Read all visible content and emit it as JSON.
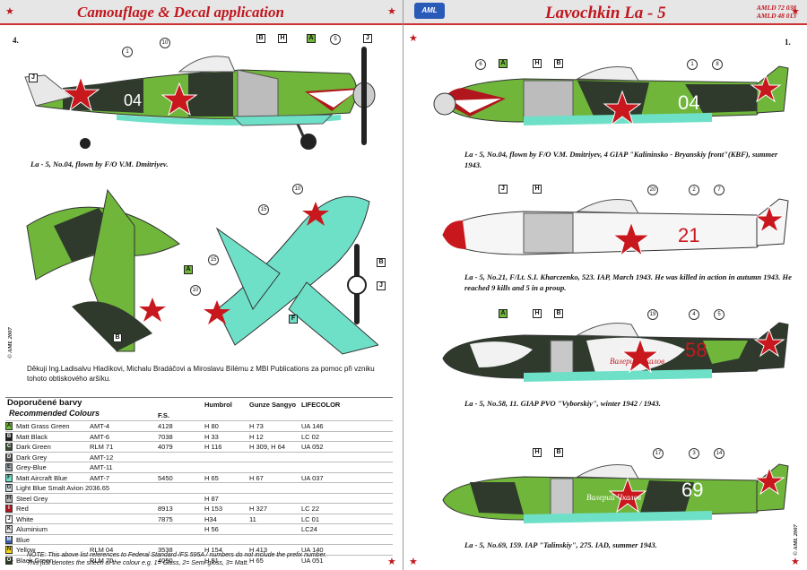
{
  "left_page": {
    "title": "Camouflage & Decal application",
    "page_number": "4.",
    "profile_caption": "La - 5, No.04, flown by F/O V.M. Dmitriyev.",
    "acknowledgement": "Děkuji  Ing.Ladisalvu Hladíkovi, Michalu Bradáčovi a Miroslavu Bílému z MBI  Publications za pomoc při vzniku tohoto obtiskového aršíku.",
    "vertical_copyright": "© AML 2007",
    "fuselage_code": "04",
    "callouts": [
      "1",
      "10",
      "15",
      "10",
      "15",
      "10",
      "5"
    ],
    "letter_tags": [
      "J",
      "B",
      "H",
      "A",
      "J",
      "A",
      "B",
      "F",
      "B",
      "J"
    ]
  },
  "right_page": {
    "brand": "AML",
    "title": "Lavochkin La - 5",
    "codes": [
      "AMLD 72 038",
      "AMLD 48 013"
    ],
    "page_number": "1.",
    "vertical_copyright": "© AML 2007",
    "profiles": [
      {
        "code": "04",
        "caption": "La - 5, No.04, flown by F/O V.M. Dmitriyev, 4 GIAP \"Kalininsko - Bryanskiy front\"(KBF), summer 1943.",
        "tags": [
          "A",
          "H",
          "B"
        ],
        "nums": [
          "6",
          "1",
          "8"
        ]
      },
      {
        "code": "21",
        "caption": "La - 5, No.21, F/Lt. S.I. Kharczenko, 523. IAP, March 1943. He was killed in action in autumn 1943. He reached  9 kills and 5 in a proup.",
        "tags": [
          "J",
          "H"
        ],
        "nums": [
          "20",
          "2",
          "7"
        ]
      },
      {
        "code": "58",
        "caption": "La - 5, No.58, 11. GIAP PVO \"Vyborskiy\", winter 1942 / 1943.",
        "tags": [
          "A",
          "H",
          "B"
        ],
        "nums": [
          "19",
          "4",
          "5"
        ],
        "slogan": "Валерий Чкалов"
      },
      {
        "code": "69",
        "caption": "La - 5, No.69, 159. IAP \"Talinskiy\", 275. IAD, summer 1943.",
        "tags": [
          "H",
          "B"
        ],
        "nums": [
          "17",
          "3",
          "14"
        ],
        "slogan": "Валерий Чкалов"
      }
    ]
  },
  "colours_table": {
    "heading": "Doporučené barvy",
    "subheading": "Recommended  Colours",
    "columns": [
      "F.S.",
      "Humbrol",
      "Gunze Sangyo",
      "LIFECOLOR"
    ],
    "rows": [
      {
        "tag": "A",
        "swatch": "#6fb63a",
        "name": "Matt Grass Green",
        "ref": "AMT-4",
        "fs": "4128",
        "humbrol": "H 80",
        "gunze": "H 73",
        "lifecolor": "UA 146"
      },
      {
        "tag": "B",
        "swatch": "#1d1d1d",
        "name": "Matt Black",
        "ref": "AMT-6",
        "fs": "7038",
        "humbrol": "H 33",
        "gunze": "H 12",
        "lifecolor": "LC 02"
      },
      {
        "tag": "C",
        "swatch": "#3a4a30",
        "name": "Dark Green",
        "ref": "RLM 71",
        "fs": "4079",
        "humbrol": "H 116",
        "gunze": "H 309, H 64",
        "lifecolor": "UA 052"
      },
      {
        "tag": "D",
        "swatch": "#505050",
        "name": "Dark Grey",
        "ref": "AMT-12",
        "fs": "",
        "humbrol": "",
        "gunze": "",
        "lifecolor": ""
      },
      {
        "tag": "E",
        "swatch": "#9aa6a8",
        "name": "Grey-Blue",
        "ref": "AMT-11",
        "fs": "",
        "humbrol": "",
        "gunze": "",
        "lifecolor": ""
      },
      {
        "tag": "F",
        "swatch": "#6fe0c8",
        "name": "Matt Aircraft Blue",
        "ref": "AMT-7",
        "fs": "5450",
        "humbrol": "H 65",
        "gunze": "H 67",
        "lifecolor": "UA 037"
      },
      {
        "tag": "G",
        "swatch": "#cfd8dc",
        "name": "Light Blue Smalt Avion 2036.65",
        "ref": "",
        "fs": "",
        "humbrol": "",
        "gunze": "",
        "lifecolor": ""
      },
      {
        "tag": "H",
        "swatch": "#b4b4b4",
        "name": "Steel Grey",
        "ref": "",
        "fs": "",
        "humbrol": "H 87",
        "gunze": "",
        "lifecolor": ""
      },
      {
        "tag": "I",
        "swatch": "#b0161c",
        "name": "Red",
        "ref": "",
        "fs": "8913",
        "humbrol": "H 153",
        "gunze": "H 327",
        "lifecolor": "LC 22"
      },
      {
        "tag": "J",
        "swatch": "#ffffff",
        "name": "White",
        "ref": "",
        "fs": "7875",
        "humbrol": "H34",
        "gunze": "11",
        "lifecolor": "LC 01"
      },
      {
        "tag": "K",
        "swatch": "#e0e0e0",
        "name": "Aluminium",
        "ref": "",
        "fs": "",
        "humbrol": "H 56",
        "gunze": "",
        "lifecolor": "LC24"
      },
      {
        "tag": "M",
        "swatch": "#3a5fb0",
        "name": "Blue",
        "ref": "",
        "fs": "",
        "humbrol": "",
        "gunze": "",
        "lifecolor": ""
      },
      {
        "tag": "N",
        "swatch": "#f2d417",
        "name": "Yellow",
        "ref": "RLM 04",
        "fs": "3538",
        "humbrol": "H 154",
        "gunze": "H 413",
        "lifecolor": "UA 140"
      },
      {
        "tag": "O",
        "swatch": "#2d3a22",
        "name": "Black Green",
        "ref": "RLM 70",
        "fs": "4050",
        "humbrol": "H 91",
        "gunze": "H 65",
        "lifecolor": "UA 051"
      }
    ],
    "note": "NOTE:  This above list  references to Federal Standard /FS 595A / numbers do not include the prefix number.\n This just denotes the sheen of the colour e.g.   1= Gloss,  2= Semi-gloss,  3= Matt."
  }
}
